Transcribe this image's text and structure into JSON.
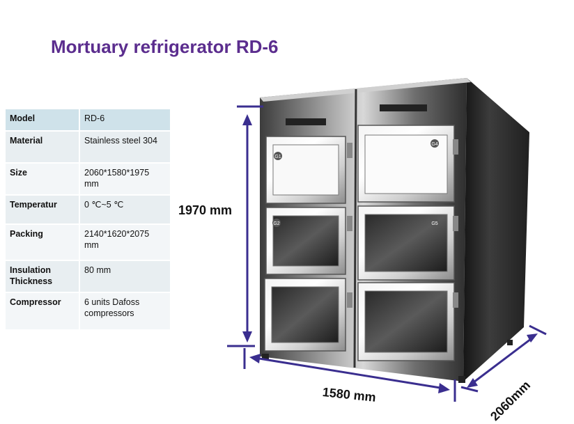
{
  "title": "Mortuary refrigerator RD-6",
  "specs": [
    {
      "key": "Model",
      "value": "RD-6"
    },
    {
      "key": "Material",
      "value": "Stainless steel 304"
    },
    {
      "key": "Size",
      "value": "2060*1580*1975 mm"
    },
    {
      "key": "Temperatur",
      "value": "0 ℃~5 ℃"
    },
    {
      "key": "Packing",
      "value": "2140*1620*2075 mm"
    },
    {
      "key": "Insulation Thickness",
      "value": "80 mm"
    },
    {
      "key": "Compressor",
      "value": "6 units Dafoss compressors"
    }
  ],
  "dimensions": {
    "height": "1970 mm",
    "width": "1580 mm",
    "depth": "2060mm"
  },
  "door_labels": [
    "G1",
    "G2",
    "G4",
    "G5"
  ],
  "colors": {
    "title": "#5b2d8e",
    "dimension_lines": "#3a2e8f",
    "table_header": "#cfe2ea",
    "table_row": "#e8eef1"
  }
}
